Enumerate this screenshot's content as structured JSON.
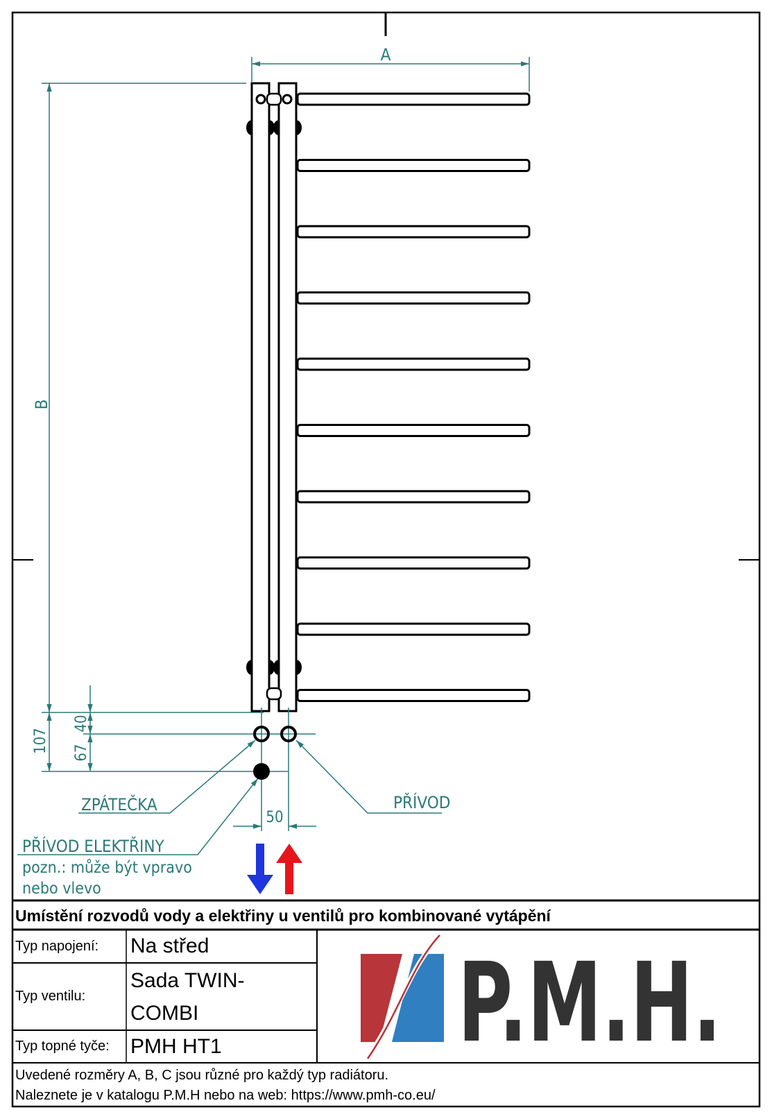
{
  "drawing": {
    "dim_a": "A",
    "dim_b": "B",
    "dim_107": "107",
    "dim_40": "40",
    "dim_67": "67",
    "dim_50": "50",
    "label_return": "ZPÁTEČKA",
    "label_supply": "PŘÍVOD",
    "label_power": "PŘÍVOD ELEKTŘINY",
    "label_note_1": "pozn.: může být vpravo",
    "label_note_2": "nebo vlevo"
  },
  "title_block": {
    "heading": "Umístění rozvodů vody a elektřiny u ventilů pro kombinované vytápění",
    "connection_label": "Typ napojení:",
    "connection_value": "Na střed",
    "valve_label": "Typ ventilu:",
    "valve_value_1": "Sada TWIN-",
    "valve_value_2": "COMBI",
    "rod_label": "Typ topné tyče:",
    "rod_value": "PMH HT1",
    "logo_text": "P.M.H.",
    "footer_1": "Uvedené rozměry A, B, C jsou různé pro každý typ radiátoru.",
    "footer_2": "Naleznete je v katalogu P.M.H nebo na web: https://www.pmh-co.eu/"
  },
  "colors": {
    "dimension": "#2a7a78",
    "cold_arrow": "#1f35e0",
    "hot_arrow": "#e8141c",
    "logo_red": "#b8353a",
    "logo_blue": "#2f7fc1",
    "logo_text": "#333333"
  }
}
